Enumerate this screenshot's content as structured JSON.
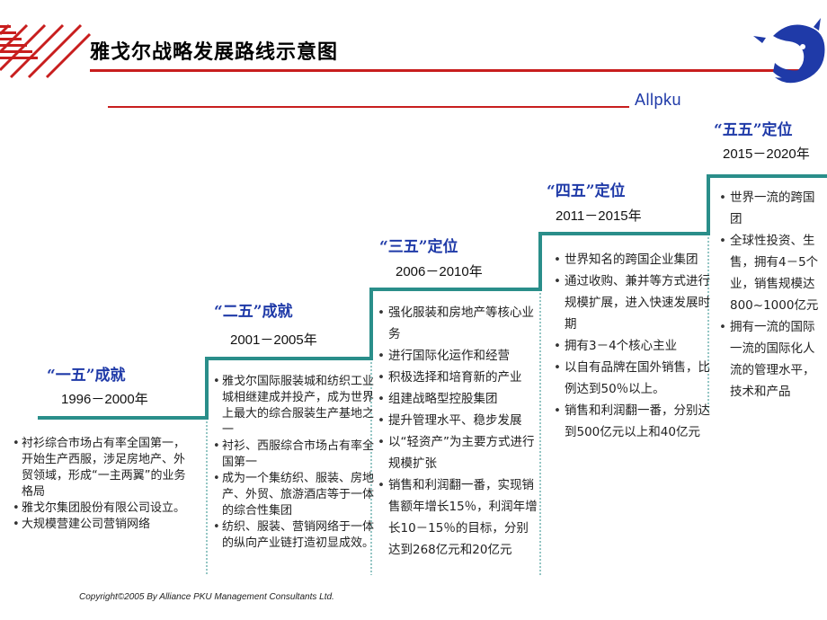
{
  "title": "雅戈尔战略发展路线示意图",
  "brand": {
    "logo_text": "Allpku",
    "accent": "#1f3aa8",
    "line": "#2a8e8a"
  },
  "stages": [
    {
      "label": "“一五”成就",
      "years": "1996－2000年",
      "items": [
        "衬衫综合市场占有率全国第一，开始生产西服，涉足房地产、外贸领域，形成“一主两翼”的业务格局",
        "雅戈尔集团股份有限公司设立。",
        "大规模营建公司营销网络"
      ]
    },
    {
      "label": "“二五”成就",
      "years": "2001－2005年",
      "items": [
        "雅戈尔国际服装城和纺织工业城相继建成并投产，成为世界上最大的综合服装生产基地之一",
        "衬衫、西服综合市场占有率全国第一",
        "成为一个集纺织、服装、房地产、外贸、旅游酒店等于一体的综合性集团",
        "纺织、服装、营销网络于一体的纵向产业链打造初显成效。"
      ]
    },
    {
      "label": "“三五”定位",
      "years": "2006－2010年",
      "items": [
        "强化服装和房地产等核心业务",
        "进行国际化运作和经营",
        "积极选择和培育新的产业",
        "组建战略型控股集团",
        "提升管理水平、稳步发展",
        "以“轻资产”为主要方式进行规模扩张",
        "销售和利润翻一番，实现销售额年增长15％，利润年增长10－15％的目标，分别达到268亿元和20亿元"
      ]
    },
    {
      "label": "“四五”定位",
      "years": "2011－2015年",
      "items": [
        "世界知名的跨国企业集团",
        "通过收购、兼并等方式进行规模扩展，进入快速发展时期",
        "拥有3－4个核心主业",
        "以自有品牌在国外销售，比例达到50％以上。",
        "销售和利润翻一番，分别达到500亿元以上和40亿元"
      ]
    },
    {
      "label": "“五五”定位",
      "years": "2015－2020年",
      "items": [
        "世界一流的跨国团",
        "全球性投资、生售，拥有4－5个业，销售规模达800~1000亿元",
        "拥有一流的国际一流的国际化人流的管理水平，技术和产品"
      ]
    }
  ],
  "copyright": "Copyright©2005 By Alliance PKU Management Consultants Ltd."
}
